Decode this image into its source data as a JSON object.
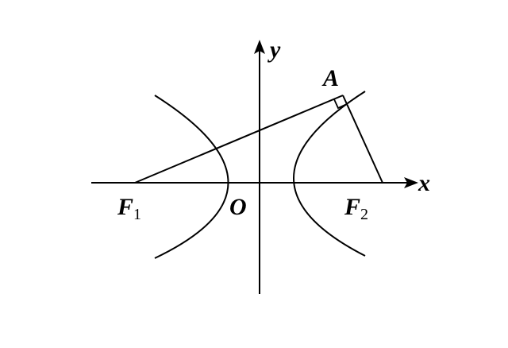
{
  "labels": {
    "y_axis": "y",
    "x_axis": "x",
    "point_a": "A",
    "origin": "O",
    "focus1": "F",
    "focus1_sub": "1",
    "focus2": "F",
    "focus2_sub": "2"
  }
}
